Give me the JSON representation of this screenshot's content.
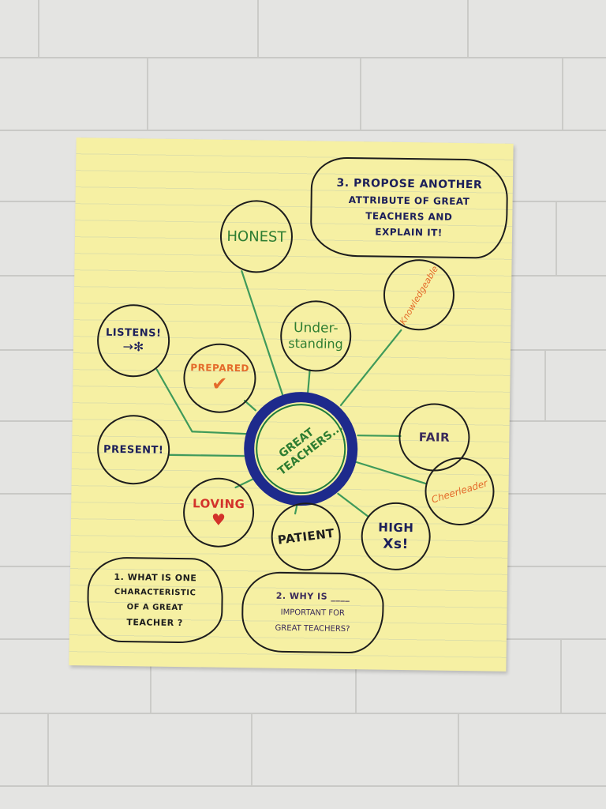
{
  "poster": {
    "center": "GREAT TEACHERS...",
    "attributes": {
      "honest": "HONEST",
      "understanding_line1": "Under-",
      "understanding_line2": "standing",
      "knowledgeable": "Knowledgeable",
      "listens": "LISTENS!",
      "prepared": "PREPARED",
      "fair": "FAIR",
      "present": "PRESENT!",
      "cheerleader": "Cheerleader",
      "loving": "LOVING",
      "patient": "PATIENT",
      "high_line1": "HIGH",
      "high_line2": "Xs!"
    },
    "prompts": {
      "p3_line1": "3. PROPOSE ANOTHER",
      "p3_line2": "ATTRIBUTE OF GREAT",
      "p3_line3": "TEACHERS AND",
      "p3_line4": "EXPLAIN IT!",
      "p1_line1": "1. WHAT IS ONE",
      "p1_line2": "CHARACTERISTIC",
      "p1_line3": "OF A GREAT",
      "p1_line4": "TEACHER ?",
      "p2_line1": "2. WHY IS ____",
      "p2_line2": "IMPORTANT FOR",
      "p2_line3": "GREAT TEACHERS?"
    },
    "colors": {
      "paper": "#f6f0a3",
      "center_ring": "#1e2a8c",
      "spokes": "#3f9a5a",
      "green_text": "#2e7d32",
      "orange_text": "#e46a2a",
      "red_text": "#d3322a",
      "navy_text": "#1c1f5a"
    }
  }
}
